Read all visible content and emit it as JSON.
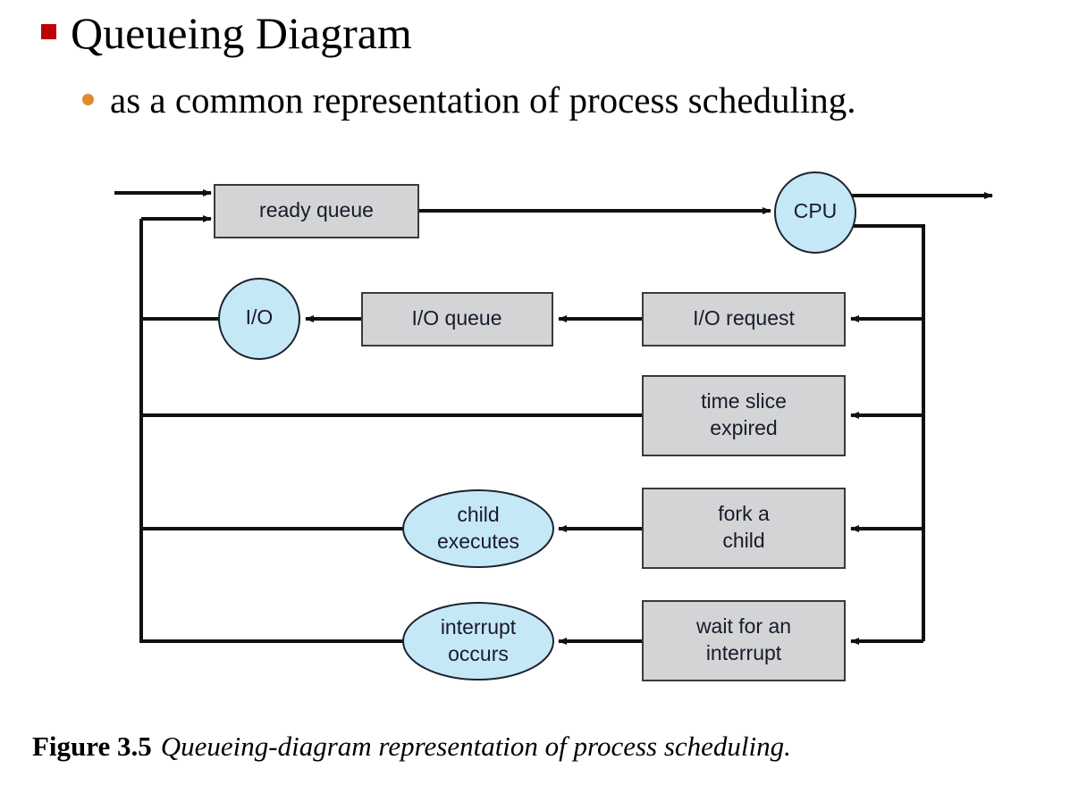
{
  "slide": {
    "title": "Queueing Diagram",
    "subtitle": "as a common representation of process scheduling.",
    "title_bullet_color": "#c00000",
    "sub_bullet_color": "#e2882f"
  },
  "figure": {
    "caption_label": "Figure 3.5",
    "caption_text": "Queueing-diagram representation of process scheduling."
  },
  "colors": {
    "box_fill": "#d2d4d6",
    "node_fill": "#c5e8f7",
    "stroke": "#111111"
  },
  "diagram": {
    "type": "flowchart",
    "nodes": [
      {
        "id": "ready-queue",
        "label": "ready queue",
        "shape": "rect",
        "fill": "#d2d4d6"
      },
      {
        "id": "cpu",
        "label": "CPU",
        "shape": "circle",
        "fill": "#c5e8f7"
      },
      {
        "id": "io",
        "label": "I/O",
        "shape": "circle",
        "fill": "#c5e8f7"
      },
      {
        "id": "io-queue",
        "label": "I/O queue",
        "shape": "rect",
        "fill": "#d2d4d6"
      },
      {
        "id": "io-request",
        "label": "I/O request",
        "shape": "rect",
        "fill": "#d2d4d6"
      },
      {
        "id": "time-slice",
        "label_line1": "time slice",
        "label_line2": "expired",
        "shape": "rect",
        "fill": "#d2d4d6"
      },
      {
        "id": "fork-child",
        "label_line1": "fork a",
        "label_line2": "child",
        "shape": "rect",
        "fill": "#d2d4d6"
      },
      {
        "id": "child-executes",
        "label_line1": "child",
        "label_line2": "executes",
        "shape": "ellipse",
        "fill": "#c5e8f7"
      },
      {
        "id": "wait-interrupt",
        "label_line1": "wait for an",
        "label_line2": "interrupt",
        "shape": "rect",
        "fill": "#d2d4d6"
      },
      {
        "id": "interrupt-occurs",
        "label_line1": "interrupt",
        "label_line2": "occurs",
        "shape": "ellipse",
        "fill": "#c5e8f7"
      }
    ],
    "edges": [
      {
        "from": "entry",
        "to": "ready-queue"
      },
      {
        "from": "ready-queue",
        "to": "cpu"
      },
      {
        "from": "cpu",
        "to": "exit"
      },
      {
        "from": "cpu",
        "to": "io-request"
      },
      {
        "from": "io-request",
        "to": "io-queue"
      },
      {
        "from": "io-queue",
        "to": "io"
      },
      {
        "from": "io",
        "to": "ready-queue"
      },
      {
        "from": "cpu",
        "to": "time-slice"
      },
      {
        "from": "time-slice",
        "to": "ready-queue"
      },
      {
        "from": "cpu",
        "to": "fork-child"
      },
      {
        "from": "fork-child",
        "to": "child-executes"
      },
      {
        "from": "child-executes",
        "to": "ready-queue"
      },
      {
        "from": "cpu",
        "to": "wait-interrupt"
      },
      {
        "from": "wait-interrupt",
        "to": "interrupt-occurs"
      },
      {
        "from": "interrupt-occurs",
        "to": "ready-queue"
      }
    ]
  }
}
